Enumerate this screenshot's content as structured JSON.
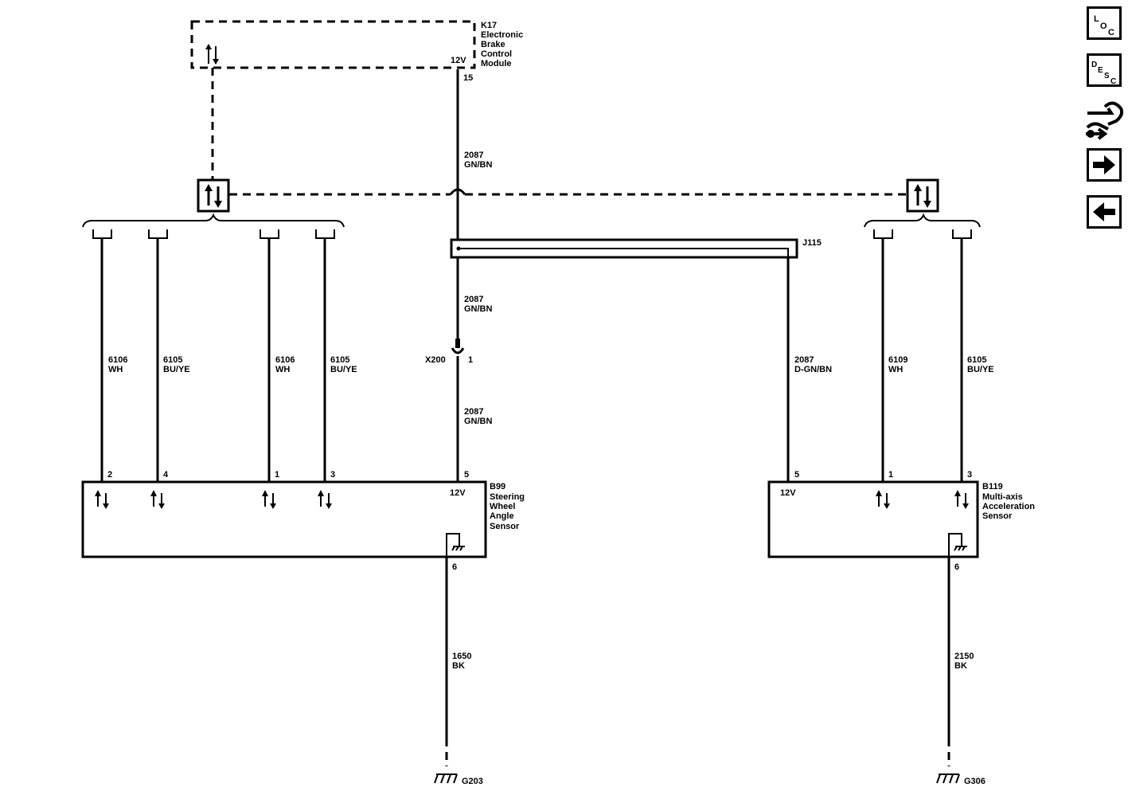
{
  "modules": {
    "k17": {
      "id": "K17",
      "name": [
        "Electronic",
        "Brake",
        "Control",
        "Module"
      ],
      "voltage": "12V",
      "pin": "15"
    },
    "b99": {
      "id": "B99",
      "name": [
        "Steering",
        "Wheel",
        "Angle",
        "Sensor"
      ],
      "voltage": "12V",
      "pins": [
        "2",
        "4",
        "1",
        "3",
        "5"
      ],
      "ground_pin": "6"
    },
    "b119": {
      "id": "B119",
      "name": [
        "Multi-axis",
        "Acceleration",
        "Sensor"
      ],
      "voltage": "12V",
      "pins": [
        "5",
        "1",
        "3"
      ],
      "ground_pin": "6"
    }
  },
  "wires": {
    "w_2087_a": [
      "2087",
      "GN/BN"
    ],
    "w_2087_b": [
      "2087",
      "GN/BN"
    ],
    "w_2087_c": [
      "2087",
      "GN/BN"
    ],
    "w_2087_d": [
      "2087",
      "D-GN/BN"
    ],
    "w_6106_a": [
      "6106",
      "WH"
    ],
    "w_6105_a": [
      "6105",
      "BU/YE"
    ],
    "w_6106_b": [
      "6106",
      "WH"
    ],
    "w_6105_b": [
      "6105",
      "BU/YE"
    ],
    "w_6109": [
      "6109",
      "WH"
    ],
    "w_6105_c": [
      "6105",
      "BU/YE"
    ],
    "w_1650": [
      "1650",
      "BK"
    ],
    "w_2150": [
      "2150",
      "BK"
    ]
  },
  "splice": {
    "id": "J115"
  },
  "connector": {
    "id": "X200",
    "pin": "1"
  },
  "grounds": {
    "g203": "G203",
    "g306": "G306"
  },
  "nav": {
    "loc": [
      "L",
      "O",
      "C"
    ],
    "desc": [
      "D",
      "E",
      "S",
      "C"
    ],
    "icons": [
      "connector-view-icon",
      "next-arrow-icon",
      "previous-arrow-icon"
    ]
  }
}
